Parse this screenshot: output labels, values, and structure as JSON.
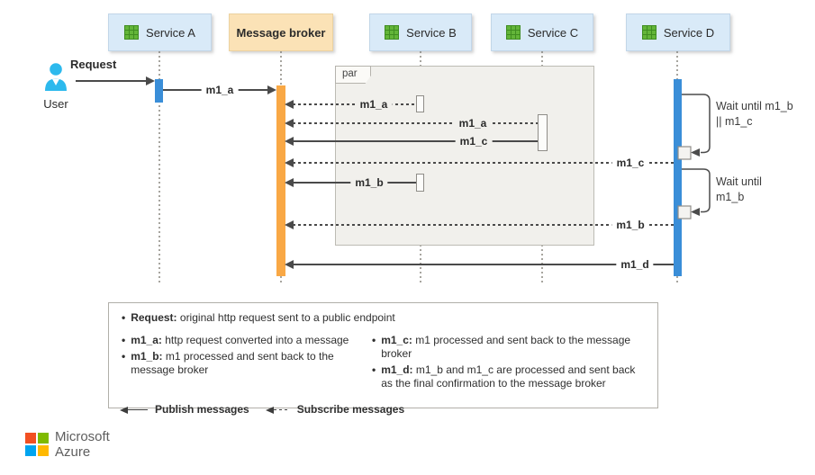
{
  "colors": {
    "service_box_fill": "#d9eaf8",
    "broker_box_fill": "#fbe2b6",
    "activation_blue": "#3a8ed8",
    "activation_orange": "#f9a845",
    "par_fill": "#f1f0ec",
    "arrow_line": "#4a4a4a",
    "service_icon_green": "#63b539",
    "user_icon_blue": "#2cb9ed",
    "ms_logo_red": "#f25022",
    "ms_logo_green": "#7fba00",
    "ms_logo_blue": "#00a4ef",
    "ms_logo_yellow": "#ffb900"
  },
  "icons": {
    "user_icon": "person-silhouette",
    "service_icon": "green-grid-3x3",
    "publish_arrow": "solid-left-arrow",
    "subscribe_arrow": "dashed-left-arrow",
    "brand_icon": "microsoft-four-squares"
  },
  "actors": {
    "user": "User",
    "service_a": "Service A",
    "broker": "Message broker",
    "service_b": "Service B",
    "service_c": "Service C",
    "service_d": "Service D"
  },
  "par_label": "par",
  "messages": {
    "request": "Request",
    "m1a_publish": "m1_a",
    "m1a_subscribe_b": "m1_a",
    "m1a_subscribe_c": "m1_a",
    "m1c_publish": "m1_c",
    "m1c_subscribe_d": "m1_c",
    "m1b_publish": "m1_b",
    "m1b_subscribe_d": "m1_b",
    "m1d_publish": "m1_d"
  },
  "annotations": {
    "wait_1": {
      "line1": "Wait until m1_b",
      "line2": "|| m1_c"
    },
    "wait_2": {
      "line1": "Wait until",
      "line2": "m1_b"
    }
  },
  "legend": {
    "items": {
      "request": {
        "term": "Request:",
        "desc": "original http request sent to a public endpoint"
      },
      "m1a": {
        "term": "m1_a:",
        "desc": "http request converted into a message"
      },
      "m1b": {
        "term": "m1_b:",
        "desc": "m1 processed and sent back to the message broker"
      },
      "m1c": {
        "term": "m1_c:",
        "desc": "m1 processed and sent back to the message broker"
      },
      "m1d": {
        "term": "m1_d:",
        "desc": "m1_b and m1_c are processed and sent back as the final confirmation to the message broker"
      }
    },
    "publish_label": "Publish messages",
    "subscribe_label": "Subscribe messages"
  },
  "footer": {
    "brand_line1": "Microsoft",
    "brand_line2": "Azure"
  }
}
